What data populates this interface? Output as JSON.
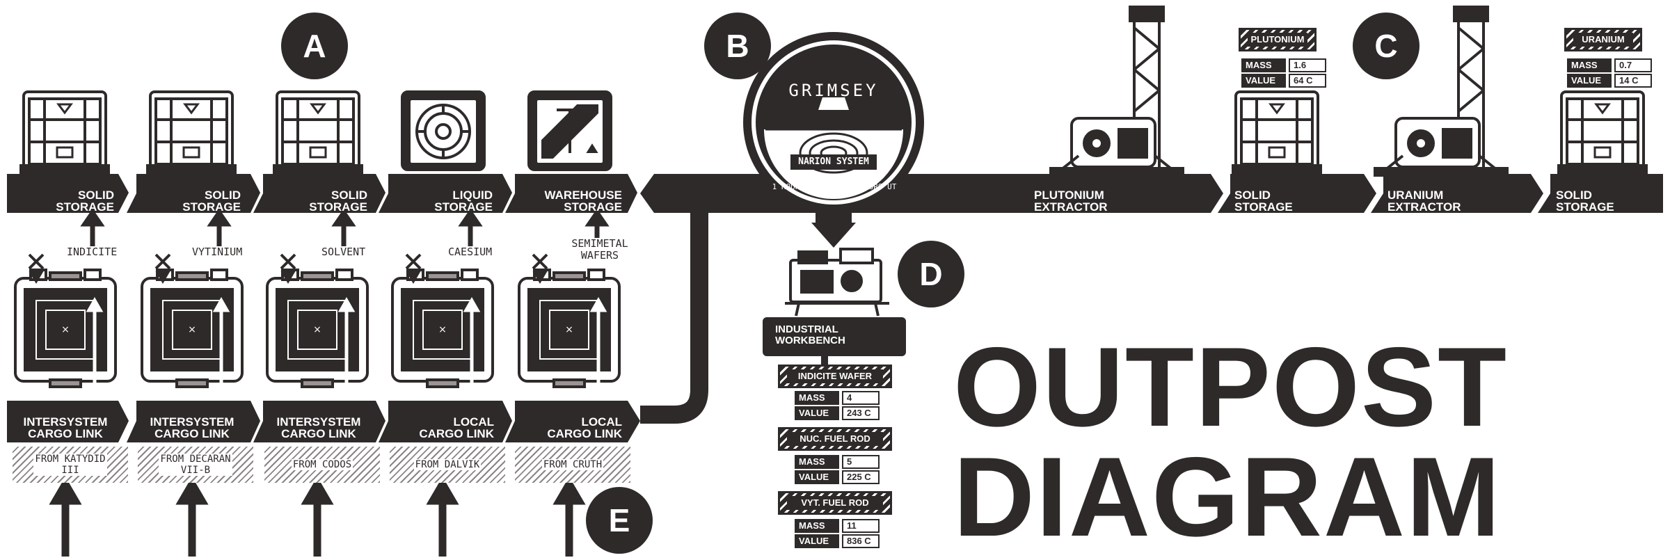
{
  "title": {
    "line1": "OUTPOST",
    "line2": "DIAGRAM"
  },
  "markers": [
    "A",
    "B",
    "C",
    "D",
    "E"
  ],
  "storages": [
    {
      "label": "SOLID\nSTORAGE",
      "icon": "solid-storage-icon",
      "resource": "INDICITE"
    },
    {
      "label": "SOLID\nSTORAGE",
      "icon": "solid-storage-icon",
      "resource": "VYTINIUM"
    },
    {
      "label": "SOLID\nSTORAGE",
      "icon": "solid-storage-icon",
      "resource": "SOLVENT"
    },
    {
      "label": "LIQUID\nSTORAGE",
      "icon": "liquid-storage-icon",
      "resource": "CAESIUM"
    },
    {
      "label": "WAREHOUSE\nSTORAGE",
      "icon": "warehouse-storage-icon",
      "resource": "SEMIMETAL\nWAFERS"
    }
  ],
  "cargo_links": [
    {
      "label": "INTERSYSTEM\nCARGO LINK",
      "source": "FROM KATYDID\nIII"
    },
    {
      "label": "INTERSYSTEM\nCARGO LINK",
      "source": "FROM DECARAN\nVII-B"
    },
    {
      "label": "INTERSYSTEM\nCARGO LINK",
      "source": "FROM CODOS"
    },
    {
      "label": "LOCAL\nCARGO LINK",
      "source": "FROM DALVIK"
    },
    {
      "label": "LOCAL\nCARGO LINK",
      "source": "FROM CRUTH"
    }
  ],
  "seal": {
    "name": "GRIMSEY",
    "system": "NARION SYSTEM",
    "time": "1 HOUR LOCAL = 0.6 HOURS UT"
  },
  "right_chain": [
    {
      "label": "PLUTONIUM\nEXTRACTOR"
    },
    {
      "label": "SOLID\nSTORAGE",
      "product": "PLUTONIUM",
      "mass": "1.6",
      "value": "64 C"
    },
    {
      "label": "URANIUM\nEXTRACTOR"
    },
    {
      "label": "SOLID\nSTORAGE",
      "product": "URANIUM",
      "mass": "0.7",
      "value": "14 C"
    }
  ],
  "workbench": {
    "label": "INDUSTRIAL\nWORKBENCH",
    "products": [
      {
        "name": "INDICITE WAFER",
        "mass": "4",
        "value": "243 C"
      },
      {
        "name": "NUC. FUEL ROD",
        "mass": "5",
        "value": "225 C"
      },
      {
        "name": "VYT. FUEL ROD",
        "mass": "11",
        "value": "836 C"
      }
    ]
  },
  "stat_labels": {
    "mass": "MASS",
    "value": "VALUE"
  },
  "colors": {
    "ink": "#2e2a29",
    "paper": "#ffffff",
    "hatch": "#8a8584"
  }
}
